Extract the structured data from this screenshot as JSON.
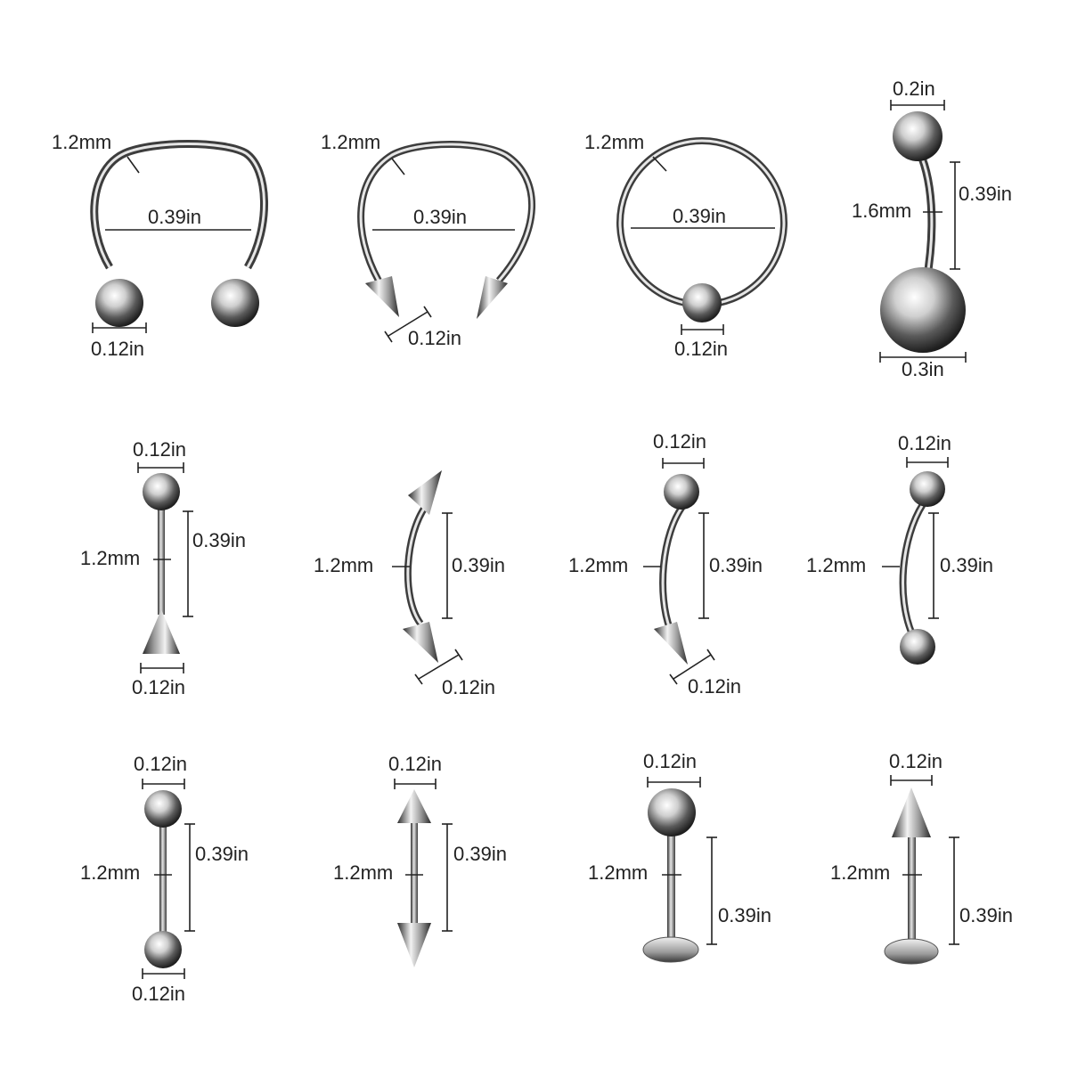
{
  "colors": {
    "background": "#ffffff",
    "text": "#222222",
    "metal_dark": "#3a3a3a",
    "metal_light": "#f4f4f4"
  },
  "items": [
    {
      "name": "horseshoe-ball",
      "labels": {
        "gauge": "1.2mm",
        "diameter": "0.39in",
        "ball": "0.12in"
      }
    },
    {
      "name": "horseshoe-spike",
      "labels": {
        "gauge": "1.2mm",
        "diameter": "0.39in",
        "spike": "0.12in"
      }
    },
    {
      "name": "captive-bead-ring",
      "labels": {
        "gauge": "1.2mm",
        "diameter": "0.39in",
        "bead": "0.12in"
      }
    },
    {
      "name": "belly-ring",
      "labels": {
        "top": "0.2in",
        "gauge": "1.6mm",
        "length": "0.39in",
        "bottom": "0.3in"
      }
    },
    {
      "name": "straight-ball-spike",
      "labels": {
        "top": "0.12in",
        "gauge": "1.2mm",
        "length": "0.39in",
        "bottom": "0.12in"
      }
    },
    {
      "name": "curved-double-spike",
      "labels": {
        "gauge": "1.2mm",
        "length": "0.39in",
        "spike": "0.12in"
      }
    },
    {
      "name": "curved-ball-spike",
      "labels": {
        "top": "0.12in",
        "gauge": "1.2mm",
        "length": "0.39in",
        "spike": "0.12in"
      }
    },
    {
      "name": "curved-barbell",
      "labels": {
        "top": "0.12in",
        "gauge": "1.2mm",
        "length": "0.39in"
      }
    },
    {
      "name": "straight-barbell",
      "labels": {
        "top": "0.12in",
        "gauge": "1.2mm",
        "length": "0.39in",
        "bottom": "0.12in"
      }
    },
    {
      "name": "straight-double-spike",
      "labels": {
        "top": "0.12in",
        "gauge": "1.2mm",
        "length": "0.39in"
      }
    },
    {
      "name": "labret-ball",
      "labels": {
        "top": "0.12in",
        "gauge": "1.2mm",
        "length": "0.39in"
      }
    },
    {
      "name": "labret-spike",
      "labels": {
        "top": "0.12in",
        "gauge": "1.2mm",
        "length": "0.39in"
      }
    }
  ]
}
